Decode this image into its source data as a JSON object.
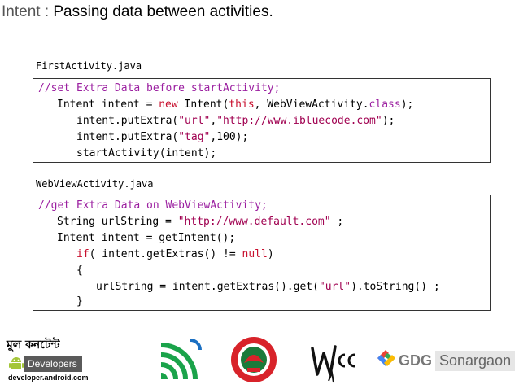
{
  "slide": {
    "title_prefix": "Intent : ",
    "title_main": "Passing data between activities."
  },
  "first_activity": {
    "file_name": "FirstActivity.java",
    "lines": {
      "l1_comment": "//set Extra Data before startActivity;",
      "l2_a": "Intent intent = ",
      "l2_new": "new",
      "l2_b": " Intent(",
      "l2_this": "this",
      "l2_c": ", WebViewActivity.",
      "l2_class": "class",
      "l2_d": ");",
      "l3_a": "intent.putExtra(",
      "l3_s1": "\"url\"",
      "l3_comma": ",",
      "l3_s2": "\"http://www.ibluecode.com\"",
      "l3_b": ");",
      "l4_a": "intent.putExtra(",
      "l4_s1": "\"tag\"",
      "l4_b": ",100);",
      "l5": "startActivity(intent);"
    }
  },
  "webview_activity": {
    "file_name": "WebViewActivity.java",
    "lines": {
      "l1_comment": "//get Extra Data on WebViewActivity;",
      "l2_a": "String urlString = ",
      "l2_s": "\"http://www.default.com\"",
      "l2_b": " ;",
      "l3": "Intent intent = getIntent();",
      "l4_if": "if",
      "l4_a": "( intent.getExtras() != ",
      "l4_null": "null",
      "l4_b": ")",
      "l5": "{",
      "l6_a": "urlString = intent.getExtras().get(",
      "l6_s": "\"url\"",
      "l6_b": ").toString() ;",
      "l7": "}"
    }
  },
  "footer": {
    "bengali_text": "মুল কনটেন্ট",
    "developers_label": "Developers",
    "developers_url": "developer.android.com",
    "gdg_label": "GDG",
    "sonargaon_label": "Sonargaon",
    "wcc_label": "Wcc"
  },
  "colors": {
    "comment": "#9b1fa0",
    "keyword": "#c8102e",
    "string": "#a00050",
    "android_green": "#a4c639",
    "bd_red": "#d8232a",
    "bd_green": "#1a7a3a",
    "gdg_blue": "#4285f4",
    "gdg_red": "#ea4335",
    "gdg_green": "#34a853"
  },
  "icons": [
    "android-icon",
    "wifi-arc-logo-icon",
    "bangladesh-seal-icon",
    "wcc-logo-icon",
    "gdg-chevron-icon"
  ]
}
